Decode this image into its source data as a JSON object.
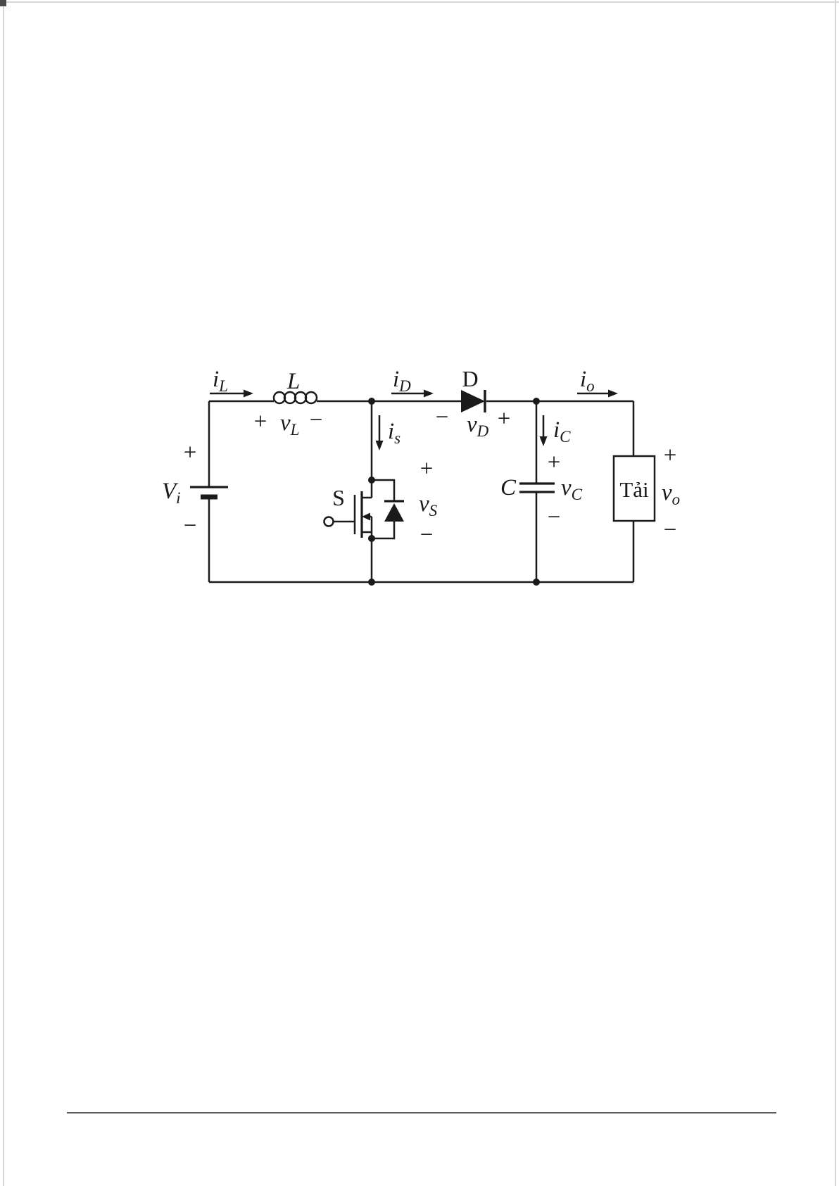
{
  "page": {
    "background": "#ffffff",
    "ink": "#1a1a1a"
  },
  "diagram": {
    "type": "circuit-schematic",
    "description": "Boost DC-DC converter circuit",
    "source": {
      "plus": "+",
      "minus": "−",
      "name_main": "V",
      "name_sub": "i"
    },
    "inductor": {
      "name": "L",
      "current_main": "i",
      "current_sub": "L",
      "volt_plus": "+",
      "volt_main": "v",
      "volt_sub": "L",
      "volt_minus": "−"
    },
    "switch": {
      "name": "S",
      "current_main": "i",
      "current_sub": "s",
      "volt_plus": "+",
      "volt_main": "v",
      "volt_sub": "S",
      "volt_minus": "−"
    },
    "diode": {
      "name": "D",
      "current_main": "i",
      "current_sub": "D",
      "volt_minus": "−",
      "volt_main": "v",
      "volt_sub": "D",
      "volt_plus": "+"
    },
    "capacitor": {
      "name": "C",
      "current_main": "i",
      "current_sub": "C",
      "volt_plus": "+",
      "volt_main": "v",
      "volt_sub": "C",
      "volt_minus": "−"
    },
    "load": {
      "name": "Tải",
      "current_main": "i",
      "current_sub": "o",
      "volt_plus": "+",
      "volt_main": "v",
      "volt_sub": "o",
      "volt_minus": "−"
    }
  }
}
